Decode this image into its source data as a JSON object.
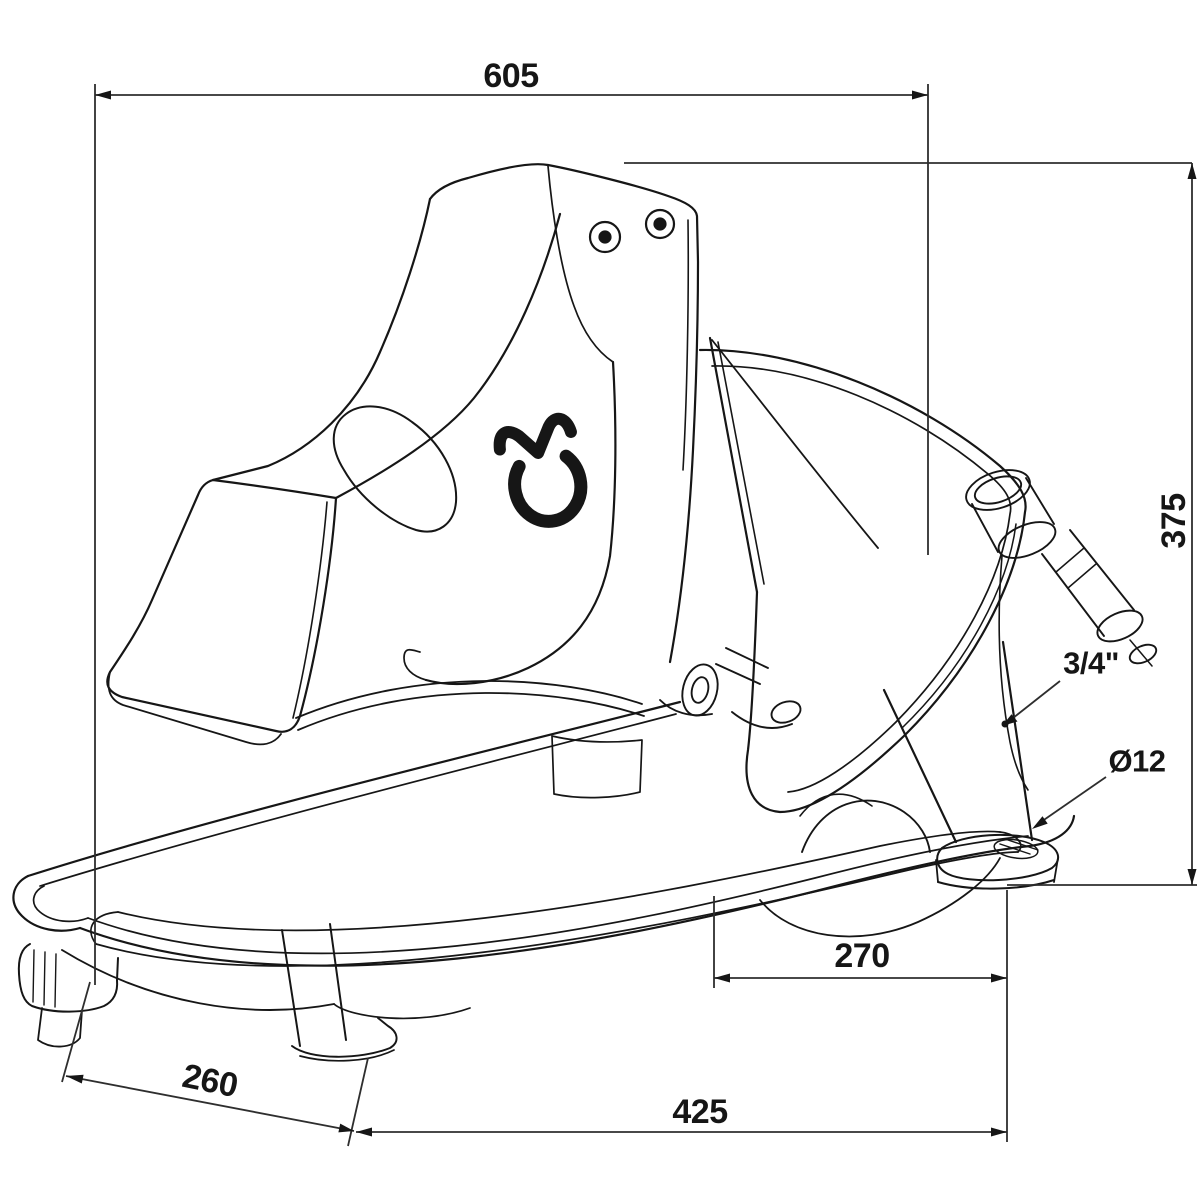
{
  "meta": {
    "type": "technical-dimension-drawing",
    "subject": "cast animal drinking bowl with tongue paddle, isometric view",
    "background": "#ffffff",
    "line_color": "#161616",
    "dimension_line_color": "#2e2e2e"
  },
  "dimensions": {
    "overall_width": "605",
    "overall_height": "375",
    "pipe_thread": "3/4\"",
    "mount_hole_diameter": "Ø12",
    "foot_offset": "270",
    "base_length": "425",
    "bowl_front_width": "260"
  }
}
